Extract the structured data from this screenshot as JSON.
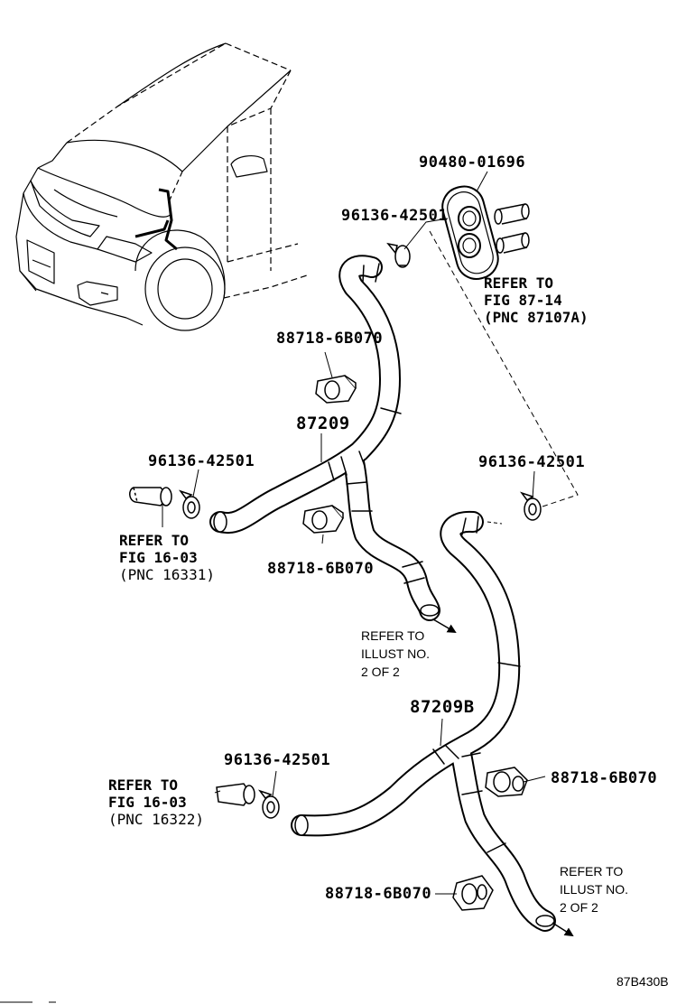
{
  "parts": {
    "grommet": "90480-01696",
    "clamp_top": "96136-42501",
    "clamp_left": "96136-42501",
    "clamp_right": "96136-42501",
    "clamp_bottom": "96136-42501",
    "clip_upper": "88718-6B070",
    "clip_lower": "88718-6B070",
    "clip_right": "88718-6B070",
    "clip_bottom": "88718-6B070",
    "hose_upper": "87209",
    "hose_lower": "87209B"
  },
  "references": {
    "fig_87_14": {
      "line1": "REFER TO",
      "line2": "FIG 87-14",
      "line3": "(PNC 87107A)"
    },
    "fig_16_03_a": {
      "line1": "REFER TO",
      "line2": "FIG 16-03",
      "line3": "(PNC 16331)"
    },
    "fig_16_03_b": {
      "line1": "REFER TO",
      "line2": "FIG 16-03",
      "line3": "(PNC 16322)"
    },
    "illust_a": {
      "line1": "REFER TO",
      "line2": "ILLUST NO.",
      "line3": "2 OF 2"
    },
    "illust_b": {
      "line1": "REFER TO",
      "line2": "ILLUST NO.",
      "line3": "2 OF 2"
    }
  },
  "diagram_code": "87B430B"
}
